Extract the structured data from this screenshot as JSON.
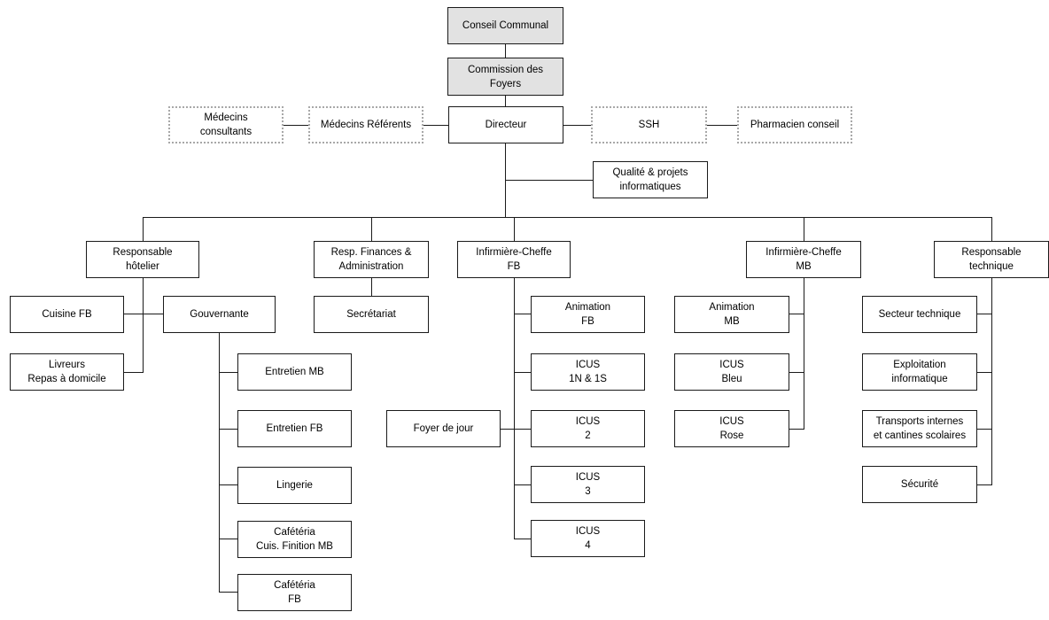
{
  "org_chart": {
    "top": {
      "council": "Conseil Communal",
      "commission": "Commission des\nFoyers"
    },
    "directorate": {
      "director": "Directeur",
      "medecins_consultants": "Médecins\nconsultants",
      "medecins_referents": "Médecins Référents",
      "ssh": "SSH",
      "pharmacien": "Pharmacien conseil",
      "qualite": "Qualité & projets\ninformatiques"
    },
    "hotelier": {
      "head": "Responsable\nhôtelier",
      "cuisine": "Cuisine FB",
      "livreurs": "Livreurs\nRepas à domicile",
      "gouvernante": "Gouvernante",
      "entretien_mb": "Entretien MB",
      "entretien_fb": "Entretien FB",
      "lingerie": "Lingerie",
      "cafeteria_mb": "Cafétéria\nCuis. Finition MB",
      "cafeteria_fb": "Cafétéria\nFB"
    },
    "finances": {
      "head": "Resp. Finances &\nAdministration",
      "secretariat": "Secrétariat"
    },
    "infirmiere_fb": {
      "head": "Infirmière-Cheffe\nFB",
      "foyer_jour": "Foyer de jour",
      "animation": "Animation\nFB",
      "icus_1n1s": "ICUS\n1N & 1S",
      "icus_2": "ICUS\n2",
      "icus_3": "ICUS\n3",
      "icus_4": "ICUS\n4"
    },
    "infirmiere_mb": {
      "head": "Infirmière-Cheffe\nMB",
      "animation": "Animation\nMB",
      "icus_bleu": "ICUS\nBleu",
      "icus_rose": "ICUS\nRose"
    },
    "technique": {
      "head": "Responsable\ntechnique",
      "secteur": "Secteur technique",
      "exploitation": "Exploitation\ninformatique",
      "transports": "Transports internes\net cantines scolaires",
      "securite": "Sécurité"
    }
  }
}
